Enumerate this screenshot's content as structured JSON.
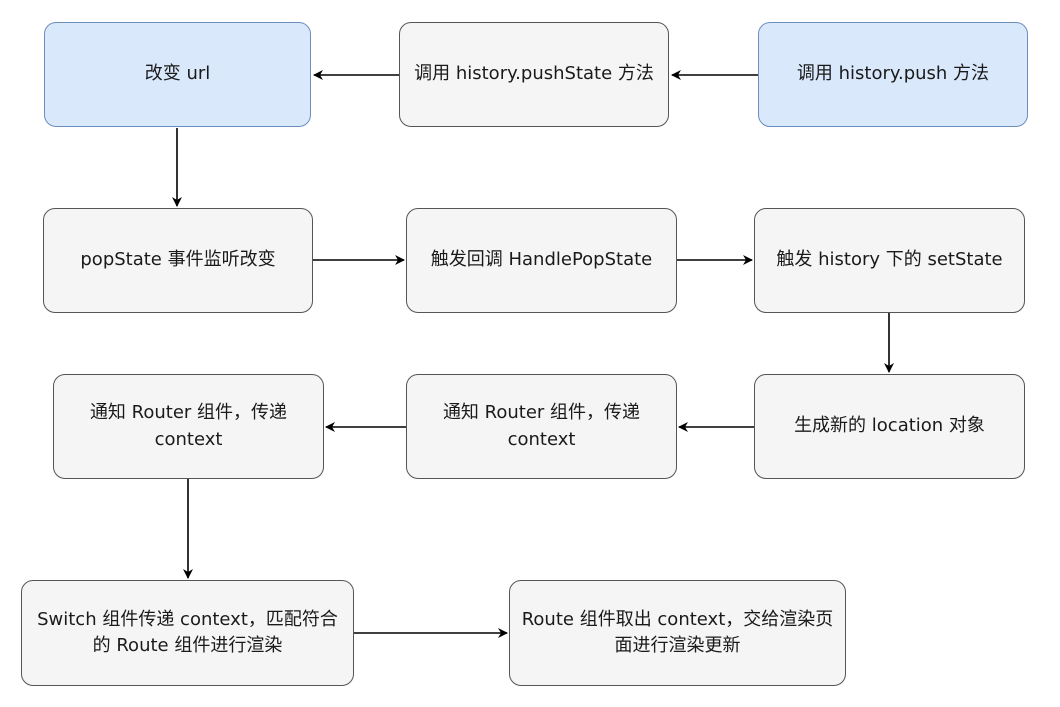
{
  "diagram": {
    "nodes": {
      "change_url": {
        "label": "改变 url"
      },
      "call_push_state": {
        "label": "调用 history.pushState 方法"
      },
      "call_history_push": {
        "label": "调用 history.push 方法"
      },
      "popstate_listen": {
        "label": "popState 事件监听改变"
      },
      "trigger_handle_pop_state": {
        "label": "触发回调 HandlePopState"
      },
      "trigger_set_state": {
        "label": "触发 history 下的 setState"
      },
      "notify_router_left": {
        "label": "通知 Router 组件，传递 context"
      },
      "notify_router_mid": {
        "label": "通知 Router 组件，传递 context"
      },
      "generate_location": {
        "label": "生成新的 location 对象"
      },
      "switch_match": {
        "label": "Switch 组件传递 context，匹配符合的 Route 组件进行渲染"
      },
      "route_render": {
        "label": "Route 组件取出 context，交给渲染页面进行渲染更新"
      }
    },
    "colors": {
      "highlight_fill": "#dae8fc",
      "highlight_stroke": "#6c8ebf",
      "default_fill": "#f5f5f5",
      "default_stroke": "#555555",
      "edge": "#000000"
    }
  }
}
